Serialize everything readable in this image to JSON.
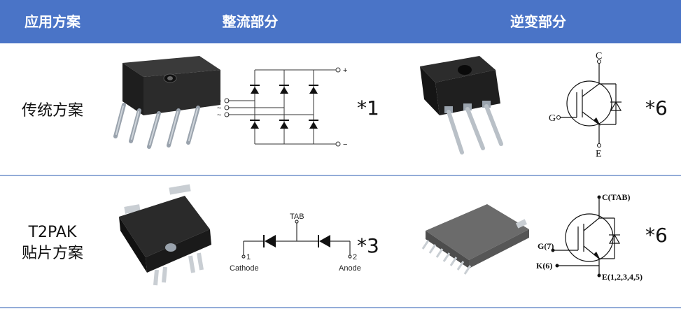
{
  "header": {
    "scheme": "应用方案",
    "rectifier": "整流部分",
    "inverter": "逆变部分"
  },
  "rows": [
    {
      "scheme": "传统方案",
      "rectifier_note": "*1",
      "inverter_note": "*6",
      "bridge_labels": {
        "plus": "+",
        "minus": "−",
        "ac": [
          "~",
          "~",
          "~"
        ]
      },
      "igbt_labels": {
        "c": "C",
        "g": "G",
        "e": "E"
      }
    },
    {
      "scheme_lines": [
        "T2PAK",
        "贴片方案"
      ],
      "rectifier_note": "*3",
      "inverter_note": "*6",
      "diode_labels": {
        "tab": "TAB",
        "pin1": "1",
        "pin2": "2",
        "cathode": "Cathode",
        "anode": "Anode"
      },
      "igbt_labels": {
        "c": "C(TAB)",
        "g": "G(7)",
        "k": "K(6)",
        "e": "E(1,2,3,4,5)"
      }
    }
  ]
}
